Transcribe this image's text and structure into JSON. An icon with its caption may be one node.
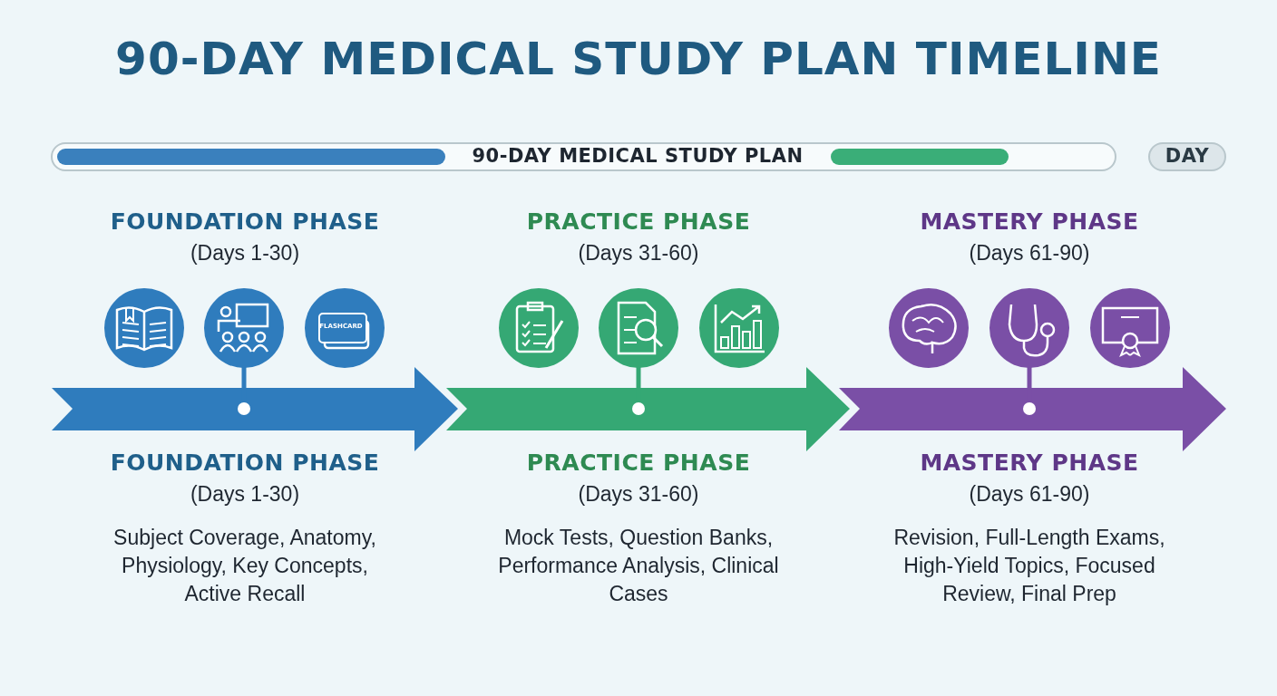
{
  "diagram": {
    "title": "90-DAY MEDICAL STUDY PLAN TIMELINE",
    "labels": [
      "90-DAY MEDICAL STUDY PLAN",
      "DAY",
      "FOUNDATION PHASE",
      "(Days 1-30)",
      "PRACTICE PHASE",
      "(Days 31-60)",
      "MASTERY PHASE",
      "(Days 61-90)",
      "FLASHCARD",
      "FOUNDATION PHASE",
      "(Days 1-30)",
      "Subject Coverage, Anatomy, Physiology, Key Concepts, Active Recall",
      "PRACTICE PHASE",
      "(Days 31-60)",
      "Mock Tests, Question Banks, Performance Analysis, Clinical Cases",
      "MASTERY PHASE",
      "(Days 61-90)",
      "Revision, Full-Length Exams, High-Yield Topics, Focused Review, Final Prep"
    ]
  }
}
